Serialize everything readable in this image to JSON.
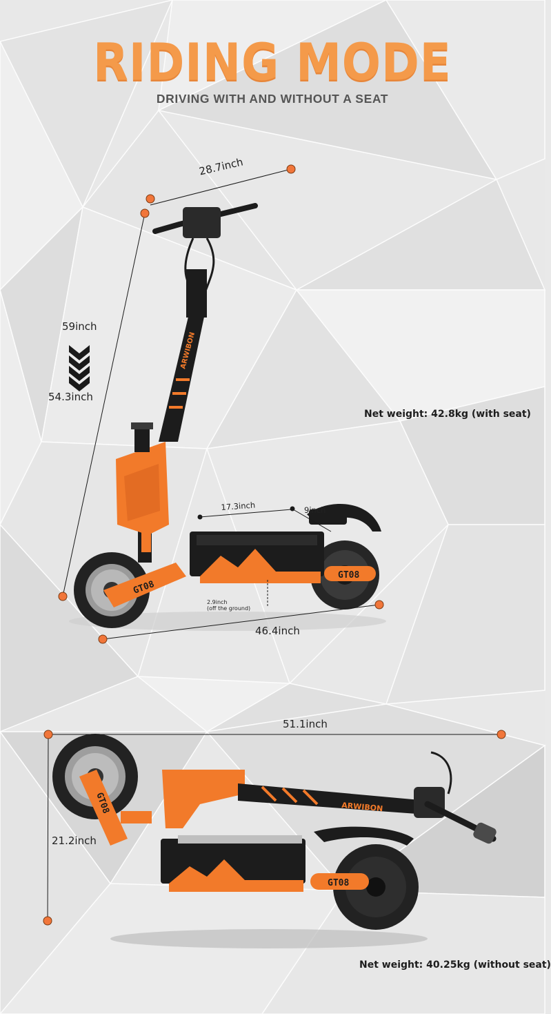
{
  "header": {
    "title": "RIDING MODE",
    "subtitle": "DRIVING WITH AND WITHOUT A SEAT"
  },
  "upright": {
    "handlebar_width": "28.7inch",
    "height_max": "59inch",
    "height_min": "54.3inch",
    "deck_length": "17.3inch",
    "seat_offset": "9inch",
    "ground_clearance_value": "2.9inch",
    "ground_clearance_note": "(off the ground)",
    "wheelbase_length": "46.4inch",
    "net_weight": "Net weight: 42.8kg (with seat)",
    "brand": "ARWIBON",
    "model": "GT08"
  },
  "folded": {
    "length": "51.1inch",
    "height": "21.2inch",
    "net_weight": "Net weight: 40.25kg (without seat)",
    "brand": "ARWIBON",
    "model": "GT08"
  },
  "colors": {
    "accent": "#f49a4a",
    "marker": "#f1763a",
    "scooter_orange": "#f27a2a",
    "body_black": "#1c1c1c",
    "background": "#e9e9e9"
  },
  "icons": {
    "down_arrow": "chevron-down-triple-icon"
  }
}
